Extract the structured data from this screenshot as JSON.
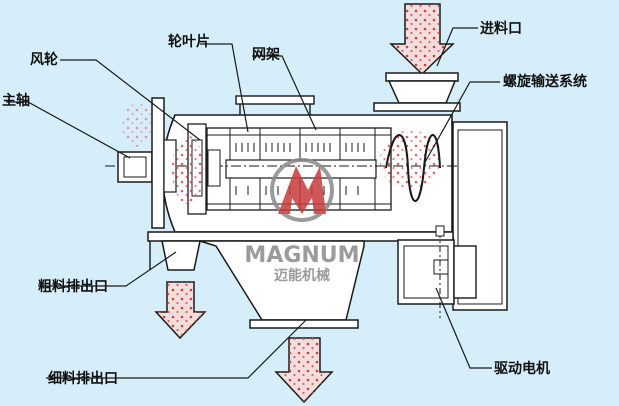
{
  "labels": {
    "feed_inlet": "进料口",
    "blade": "轮叶片",
    "screen_frame": "网架",
    "fan_wheel": "风轮",
    "main_shaft": "主轴",
    "screw_conveyor": "螺旋输送系统",
    "coarse_outlet": "粗料排出口",
    "fine_outlet": "细料排出口",
    "drive_motor": "驱动电机"
  },
  "watermark": {
    "brand": "MAGNUM",
    "brand_cn": "迈能机械"
  },
  "colors": {
    "background": "#d6eefa",
    "line": "#1a1a1a",
    "arrow_fill": "#f3dede",
    "particle": "#d93a3a",
    "watermark_red": "#c63b3b",
    "watermark_grey": "#8a8a8a"
  }
}
